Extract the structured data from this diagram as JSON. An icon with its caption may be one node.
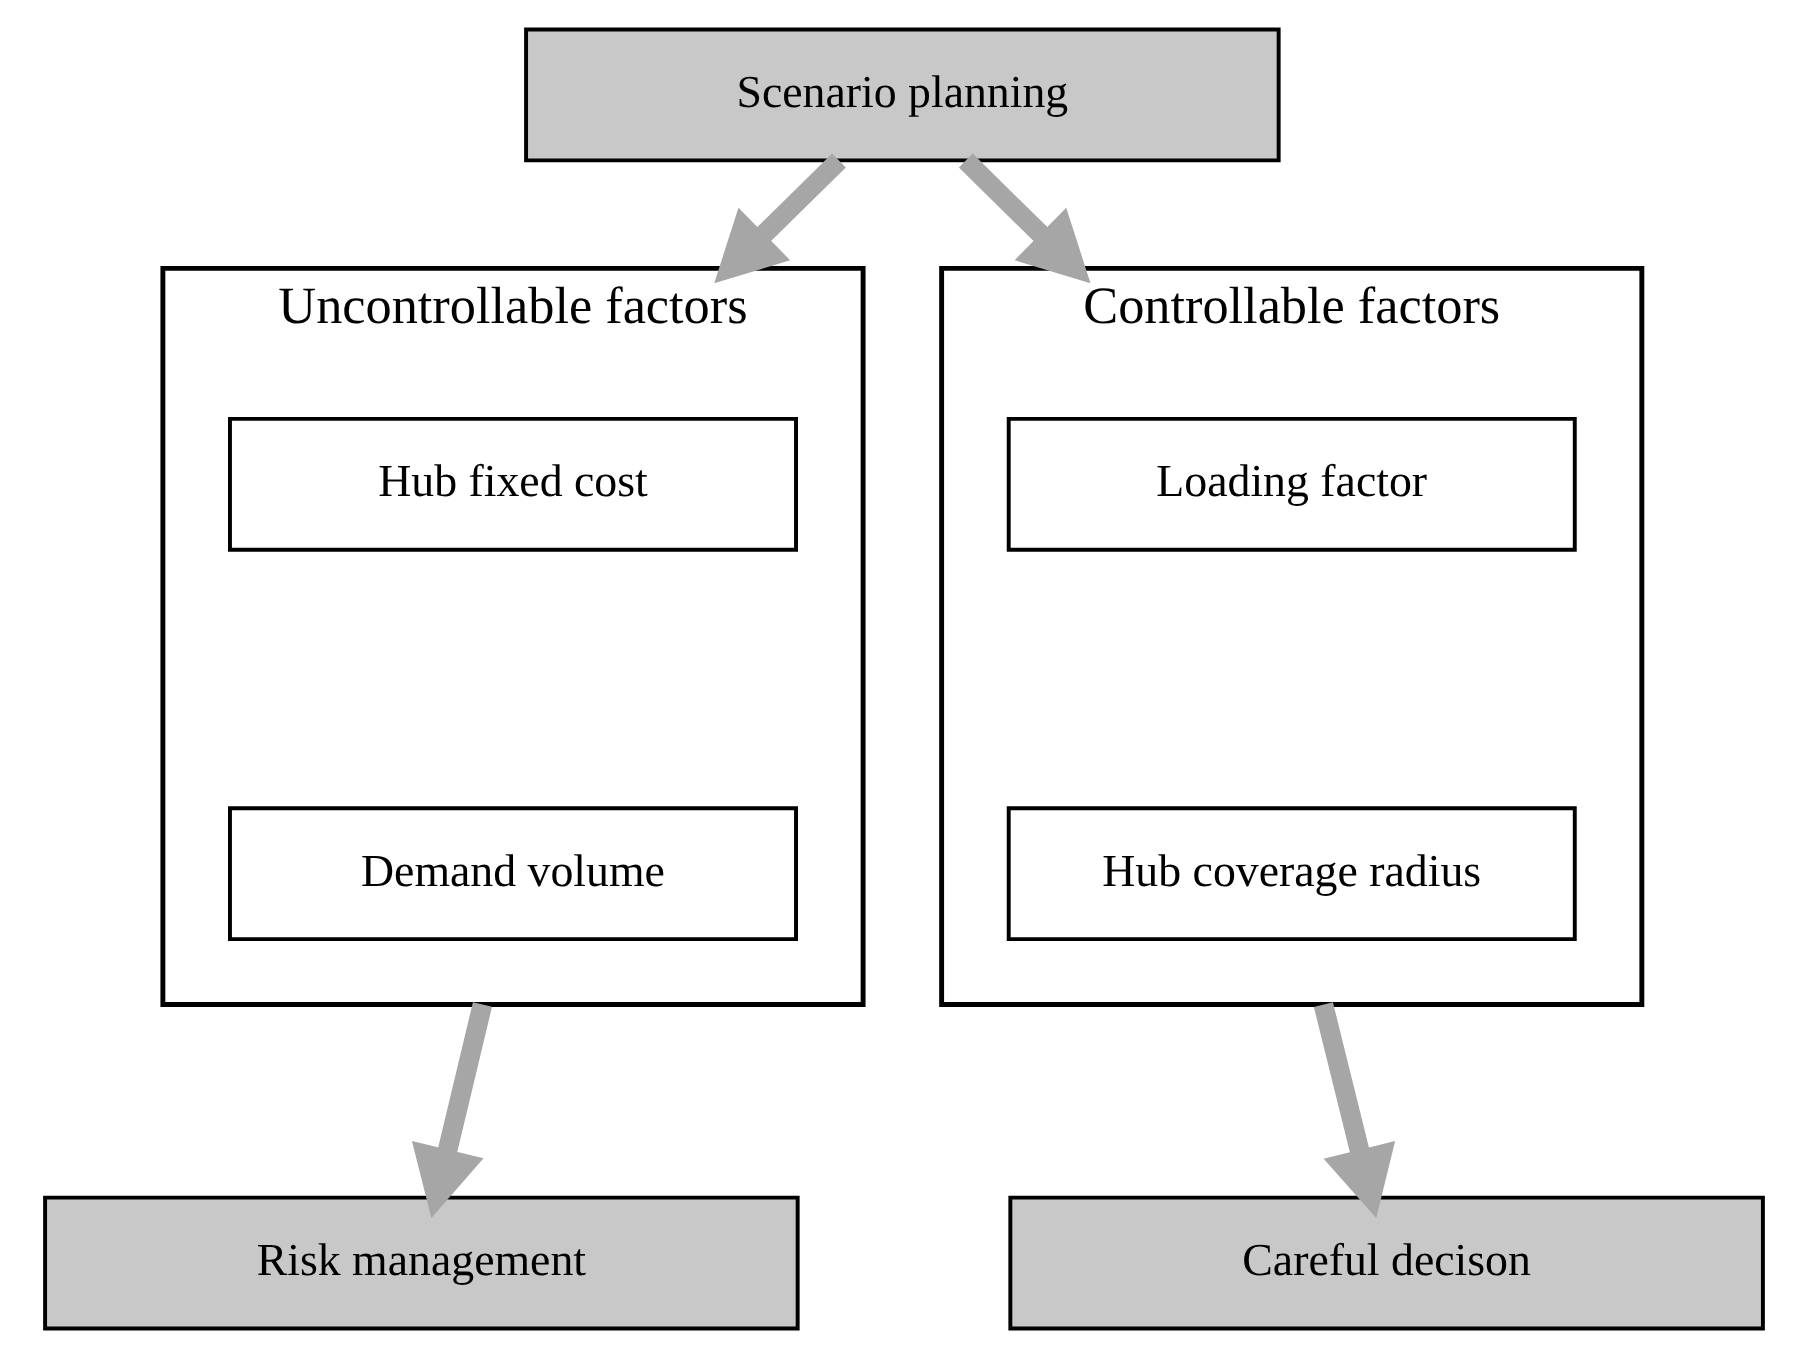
{
  "diagram": {
    "nodes": [
      {
        "text": [
          "Scenario planning"
        ]
      },
      {
        "text": [
          "Uncontrollable factors"
        ]
      },
      {
        "text": [
          "Hub fixed cost"
        ],
        "in": 1
      },
      {
        "text": [
          "Demand volume"
        ],
        "in": 1
      },
      {
        "text": [
          "Controllable factors"
        ]
      },
      {
        "text": [
          "Loading factor"
        ],
        "in": 4
      },
      {
        "text": [
          "Hub coverage radius"
        ],
        "in": 4
      },
      {
        "text": [
          "Risk management"
        ]
      },
      {
        "text": [
          "Careful decison"
        ]
      }
    ],
    "edges": [
      {
        "from": 0,
        "to": 1,
        "arrow": "to"
      },
      {
        "from": 0,
        "to": 4,
        "arrow": "to"
      },
      {
        "from": 1,
        "to": 7,
        "arrow": "to"
      },
      {
        "from": 4,
        "to": 8,
        "arrow": "to"
      }
    ]
  }
}
